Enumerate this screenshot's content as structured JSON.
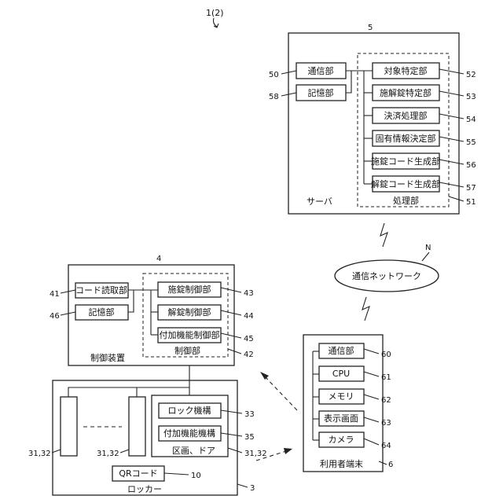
{
  "figure_label": "1(2)",
  "server": {
    "ref": "5",
    "title": "サーバ",
    "comm": {
      "label": "通信部",
      "ref": "50"
    },
    "storage": {
      "label": "記憶部",
      "ref": "58"
    },
    "processing_label": "処理部",
    "processing_ref": "51",
    "units": [
      {
        "label": "対象特定部",
        "ref": "52"
      },
      {
        "label": "施解錠特定部",
        "ref": "53"
      },
      {
        "label": "決済処理部",
        "ref": "54"
      },
      {
        "label": "固有情報決定部",
        "ref": "55"
      },
      {
        "label": "施錠コード生成部",
        "ref": "56"
      },
      {
        "label": "解錠コード生成部",
        "ref": "57"
      }
    ]
  },
  "network": {
    "label": "通信ネットワーク",
    "ref": "N"
  },
  "control_device": {
    "ref": "4",
    "title": "制御装置",
    "reader": {
      "label": "コード読取部",
      "ref": "41"
    },
    "storage": {
      "label": "記憶部",
      "ref": "46"
    },
    "control_label": "制御部",
    "control_ref": "42",
    "units": [
      {
        "label": "施錠制御部",
        "ref": "43"
      },
      {
        "label": "解錠制御部",
        "ref": "44"
      },
      {
        "label": "付加機能制御部",
        "ref": "45"
      }
    ]
  },
  "terminal": {
    "ref": "6",
    "title": "利用者端末",
    "units": [
      {
        "label": "通信部",
        "ref": "60"
      },
      {
        "label": "CPU",
        "ref": "61"
      },
      {
        "label": "メモリ",
        "ref": "62"
      },
      {
        "label": "表示画面",
        "ref": "63"
      },
      {
        "label": "カメラ",
        "ref": "64"
      }
    ]
  },
  "locker": {
    "ref": "3",
    "title": "ロッカー",
    "compartment_left_ref": "31,32",
    "compartment_mid_ref": "31,32",
    "compartment_right_ref": "31,32",
    "compartment_label": "区画、ドア",
    "lock_mech": {
      "label": "ロック機構",
      "ref": "33"
    },
    "addon_mech": {
      "label": "付加機能機構",
      "ref": "35"
    },
    "qr": {
      "label": "QRコード",
      "ref": "10"
    }
  }
}
